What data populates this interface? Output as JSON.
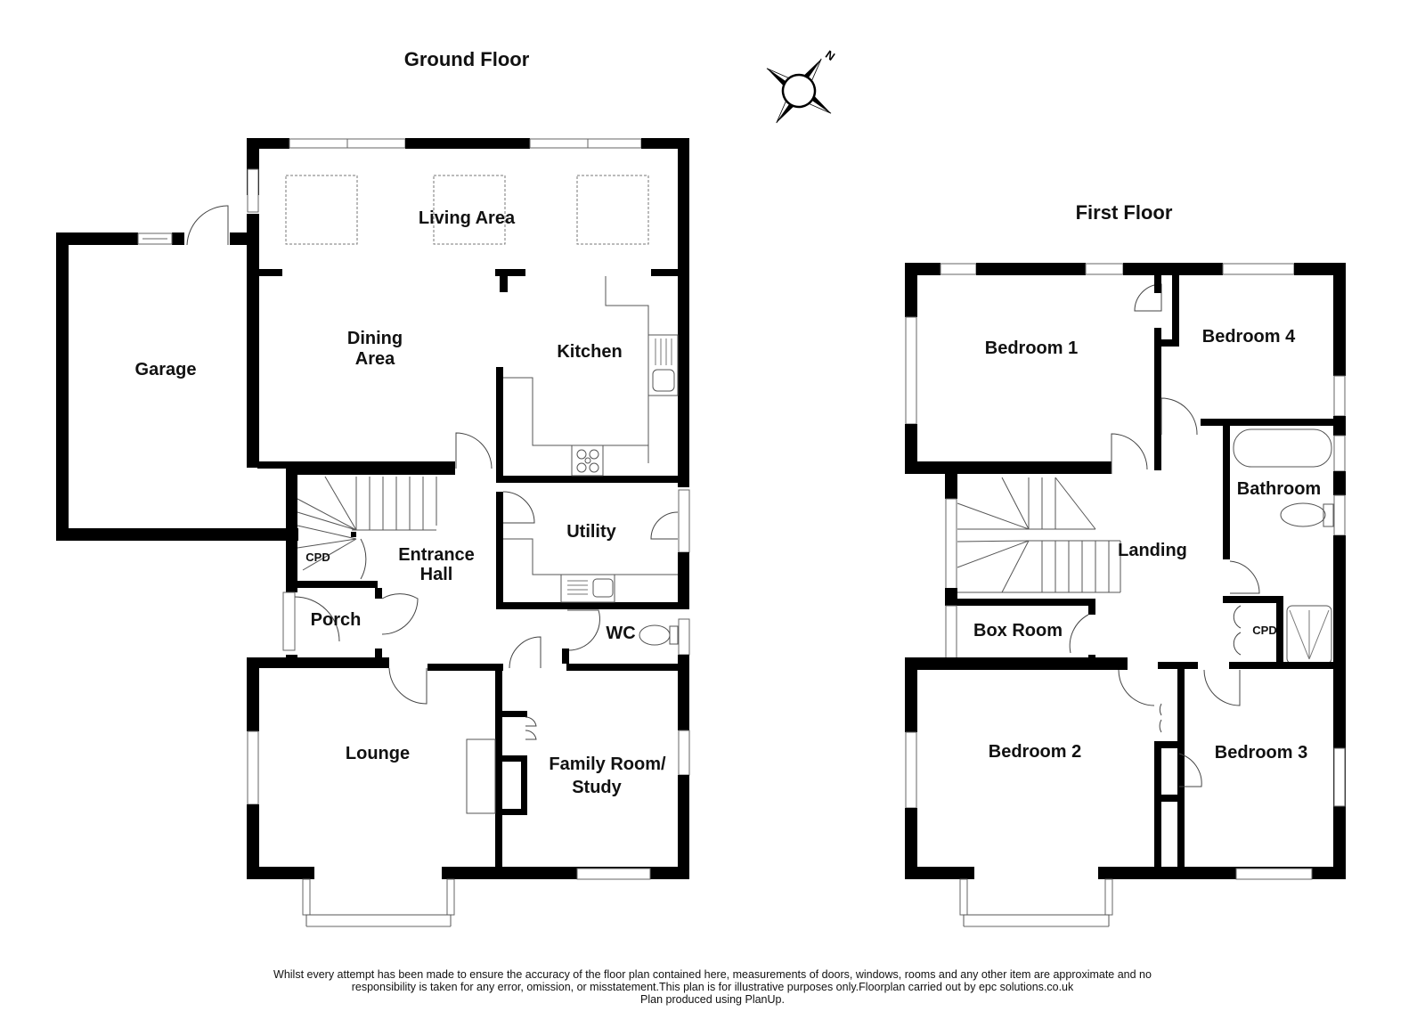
{
  "ground_floor": {
    "title": "Ground Floor",
    "rooms": {
      "living_area": "Living Area",
      "dining_area_line1": "Dining",
      "dining_area_line2": "Area",
      "kitchen": "Kitchen",
      "garage": "Garage",
      "utility": "Utility",
      "entrance_hall_line1": "Entrance",
      "entrance_hall_line2": "Hall",
      "cpd": "CPD",
      "porch": "Porch",
      "wc": "WC",
      "lounge": "Lounge",
      "family_room_line1": "Family Room/",
      "family_room_line2": "Study"
    }
  },
  "first_floor": {
    "title": "First Floor",
    "rooms": {
      "bedroom_1": "Bedroom 1",
      "bedroom_4": "Bedroom 4",
      "bathroom": "Bathroom",
      "landing": "Landing",
      "box_room": "Box Room",
      "cpd": "CPD",
      "bedroom_2": "Bedroom 2",
      "bedroom_3": "Bedroom 3"
    }
  },
  "compass": {
    "icon": "north-arrow-compass-icon",
    "label": "N"
  },
  "footer": {
    "line1": "Whilst every attempt has been made to ensure the accuracy of the floor plan contained here, measurements of doors, windows, rooms and any other item are approximate and no",
    "line2": "responsibility is taken for any error, omission, or misstatement.This plan is for illustrative purposes only.Floorplan carried out by epc solutions.co.uk",
    "line3": "Plan produced using PlanUp."
  },
  "colors": {
    "wall": "#000000",
    "background": "#ffffff",
    "fixture_line": "#555555"
  }
}
